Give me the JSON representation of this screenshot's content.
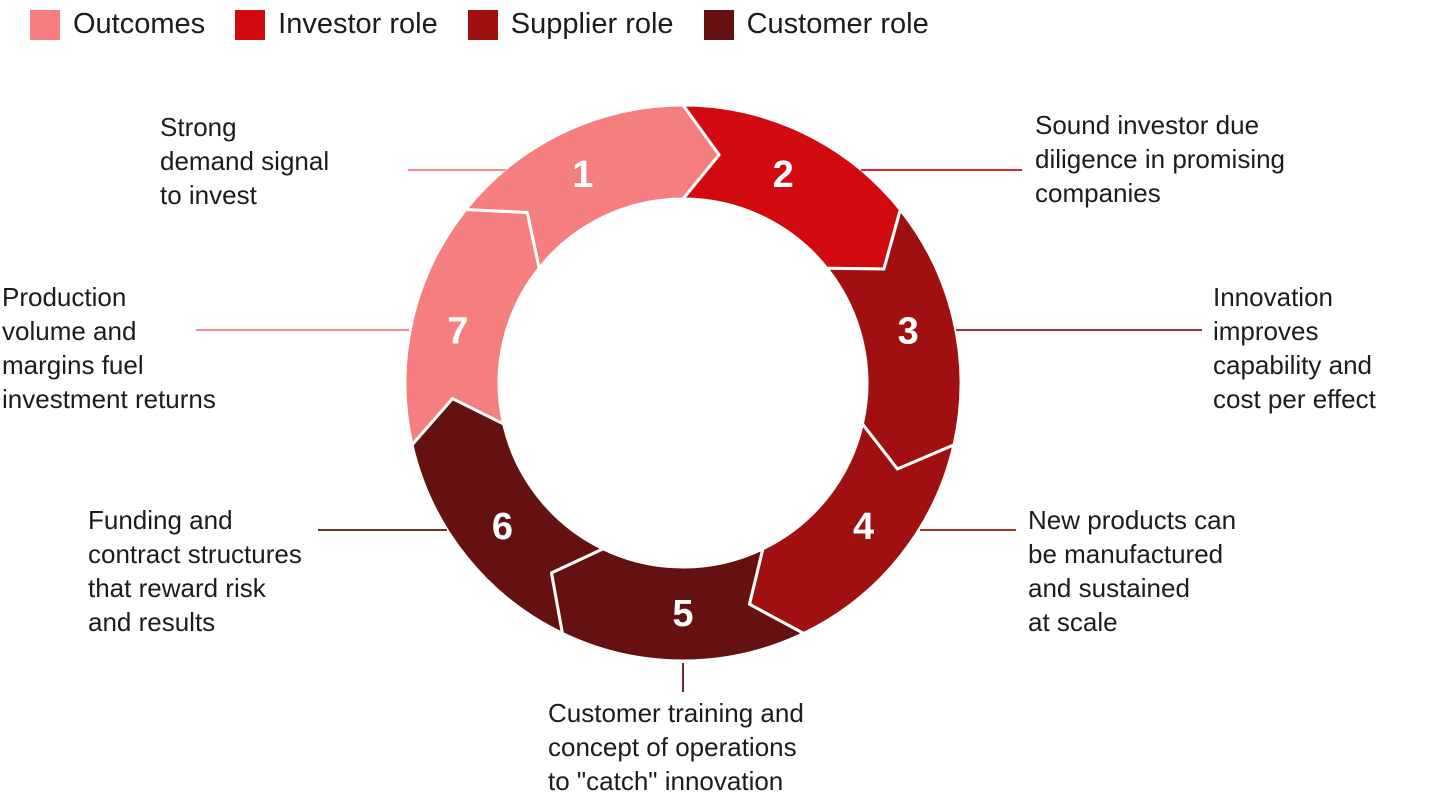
{
  "legend": {
    "items": [
      {
        "label": "Outcomes",
        "color": "#f57e7e"
      },
      {
        "label": "Investor role",
        "color": "#d10a10"
      },
      {
        "label": "Supplier role",
        "color": "#a01010"
      },
      {
        "label": "Customer role",
        "color": "#661111"
      }
    ]
  },
  "chart_data": {
    "type": "cycle-donut",
    "direction": "clockwise",
    "segment_count": 7,
    "segments": [
      {
        "number": "1",
        "role": "Outcomes",
        "color": "#f57e7e",
        "annotation": "Strong\ndemand signal\nto invest"
      },
      {
        "number": "2",
        "role": "Investor role",
        "color": "#d10a10",
        "annotation": "Sound investor due\ndiligence in promising\ncompanies"
      },
      {
        "number": "3",
        "role": "Supplier role",
        "color": "#a01010",
        "annotation": "Innovation\nimproves\ncapability and\ncost per effect"
      },
      {
        "number": "4",
        "role": "Supplier role",
        "color": "#a01010",
        "annotation": "New products can\nbe manufactured\nand sustained\nat scale"
      },
      {
        "number": "5",
        "role": "Customer role",
        "color": "#661111",
        "annotation": "Customer training and\nconcept of operations\nto \"catch\" innovation"
      },
      {
        "number": "6",
        "role": "Customer role",
        "color": "#661111",
        "annotation": "Funding and\ncontract structures\nthat reward risk\nand results"
      },
      {
        "number": "7",
        "role": "Outcomes",
        "color": "#f57e7e",
        "annotation": "Production\nvolume and\nmargins fuel\ninvestment returns"
      }
    ]
  }
}
